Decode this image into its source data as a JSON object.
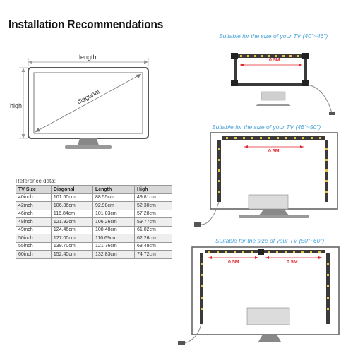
{
  "heading": "Installation Recommendations",
  "tv_diagram": {
    "length_label": "length",
    "high_label": "high",
    "diagonal_label": "diagonal"
  },
  "reference": {
    "label": "Reference data:",
    "headers": [
      "TV Size",
      "Diagonal",
      "Length",
      "High"
    ],
    "rows": [
      [
        "40inch",
        "101.60cm",
        "88.55cm",
        "49.81cm"
      ],
      [
        "42inch",
        "106.86cm",
        "92.98cm",
        "52.30cm"
      ],
      [
        "46inch",
        "116.84cm",
        "101.83cm",
        "57.28cm"
      ],
      [
        "48inch",
        "121.92cm",
        "106.26cm",
        "59.77cm"
      ],
      [
        "49inch",
        "124.46cm",
        "108.48cm",
        "61.02cm"
      ],
      [
        "50inch",
        "127.00cm",
        "110.69cm",
        "62.26cm"
      ],
      [
        "55inch",
        "139.70cm",
        "121.76cm",
        "68.49cm"
      ],
      [
        "60inch",
        "152.40cm",
        "132.83cm",
        "74.72cm"
      ]
    ]
  },
  "installs": [
    {
      "caption": "Suitable for the size of your TV (40\"~46\")",
      "segment": "0.5M"
    },
    {
      "caption": "Suitable for the size of your TV (46\"~50\")",
      "segment": "0.5M"
    },
    {
      "caption": "Suitable for the size of your TV (50\"~60\")",
      "segment_left": "0.5M",
      "segment_right": "0.5M"
    }
  ],
  "colors": {
    "strip": "#3a3a3a",
    "led": "#e8c24a",
    "dimension": "#e0282e",
    "caption": "#4aa3d8"
  }
}
